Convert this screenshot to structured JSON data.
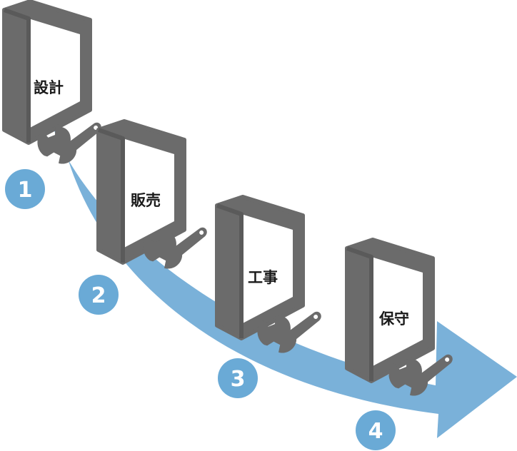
{
  "steps": [
    {
      "number": "1",
      "label": "設計"
    },
    {
      "number": "2",
      "label": "販売"
    },
    {
      "number": "3",
      "label": "工事"
    },
    {
      "number": "4",
      "label": "保守"
    }
  ],
  "colors": {
    "arrow": "#7ab1d9",
    "book_gray": "#6b6b6b",
    "page_white": "#ffffff",
    "badge": "#6aaad6"
  },
  "icons": [
    "book-icon",
    "wrench-icon"
  ]
}
